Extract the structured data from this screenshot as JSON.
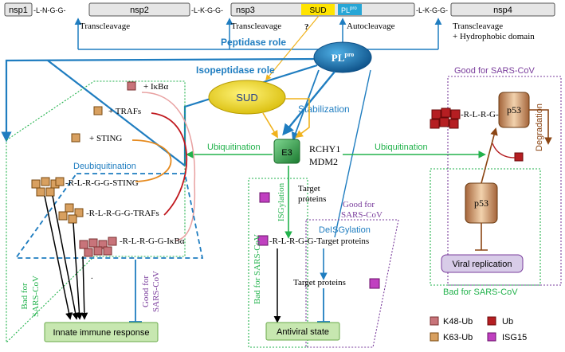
{
  "colors": {
    "blue": "#1f7dc0",
    "green": "#22b24c",
    "purple": "#7a3d9c",
    "red_bracket": "#c0181e",
    "orange": "#e68a1e",
    "yellow": "#ffe400",
    "brown": "#8b4513",
    "k48": "#c8747a",
    "k63": "#d8a060",
    "ub": "#b51e22",
    "isg15": "#c040c0"
  },
  "polyprotein": {
    "nsp1": "nsp1",
    "link1": "-L-N-G-G-",
    "nsp2": "nsp2",
    "link2": "-L-K-G-G-",
    "nsp3": "nsp3",
    "sud_box": "SUD",
    "plpro_box": "PL",
    "plpro_box_sup": "pro",
    "link3": "-L-K-G-G-",
    "nsp4": "nsp4"
  },
  "cleavage": {
    "transcleavage1": "Transcleavage",
    "transcleavage2": "Transcleavage",
    "question": "?",
    "autocleavage": "Autocleavage",
    "transcleavage3": "Transcleavage",
    "hydrophobic": "+ Hydrophobic domain"
  },
  "roles": {
    "peptidase": "Peptidase role",
    "isopeptidase": "Isopeptidase role"
  },
  "plpro": {
    "label": "PL",
    "sup": "pro"
  },
  "sud": "SUD",
  "stabilization": "Stabilization",
  "e3": {
    "label": "E3",
    "rchy1": "RCHY1",
    "mdm2": "MDM2",
    "ubiq_left": "Ubiquitination",
    "ubiq_right": "Ubiquitination"
  },
  "left_panel": {
    "ikba": "+ IκBα",
    "trafs": "+ TRAFs",
    "sting": "+ STING",
    "deubiquitination": "Deubiquitination",
    "sting_chain": "-R-L-R-G-G-STING",
    "trafs_chain": "-R-L-R-G-G-TRAFs",
    "ikba_chain": "-R-L-R-G-G-IκBα",
    "bad_line1": "Bad for",
    "bad_line2": "SARS-CoV",
    "good_line1": "Good for",
    "good_line2": "SARS-CoV",
    "dot": ".",
    "innate": "Innate immune response"
  },
  "middle_panel": {
    "target_line1": "Target",
    "target_line2": "proteins",
    "isgylation": "ISGylation",
    "deisgylation": "DeISGylation",
    "good_line1": "Good for",
    "good_line2": "SARS-CoV",
    "isg_chain": "-R-L-R-G-G-Target proteins",
    "target_proteins": "Target proteins",
    "bad": "Bad for SARS-CoV",
    "antiviral": "Antiviral state"
  },
  "right_panel": {
    "good": "Good for SARS-CoV",
    "chain": "-R-L-R-G-G-",
    "p53_top": "p53",
    "p53_bottom": "p53",
    "degradation": "Degradation",
    "viral": "Viral replication",
    "bad": "Bad for SARS-CoV"
  },
  "legend": {
    "k48": "K48-Ub",
    "k63": "K63-Ub",
    "ub": "Ub",
    "isg15": "ISG15"
  }
}
